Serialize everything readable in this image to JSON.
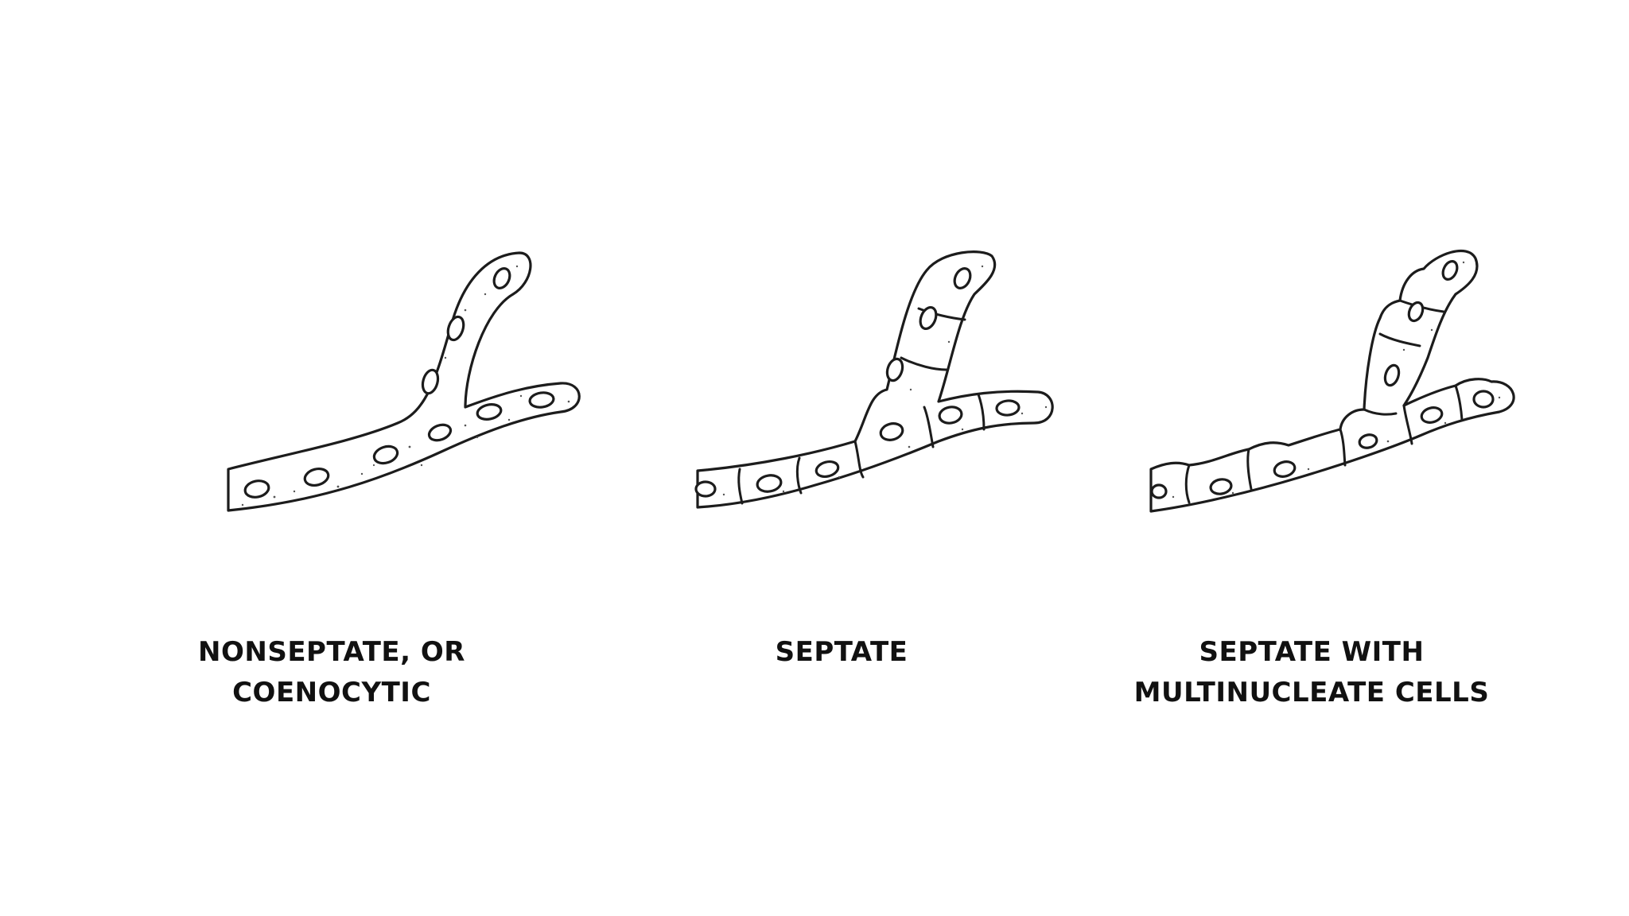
{
  "captions": {
    "nonseptate": {
      "line1": "NONSEPTATE, OR",
      "line2": "COENOCYTIC"
    },
    "septate": {
      "line1": "SEPTATE"
    },
    "multinucleate": {
      "line1": "SEPTATE WITH",
      "line2": "MULTINUCLEATE CELLS"
    }
  },
  "colors": {
    "background": "#ffffff",
    "ink": "#1c1c1c",
    "caption_text": "#111111"
  }
}
